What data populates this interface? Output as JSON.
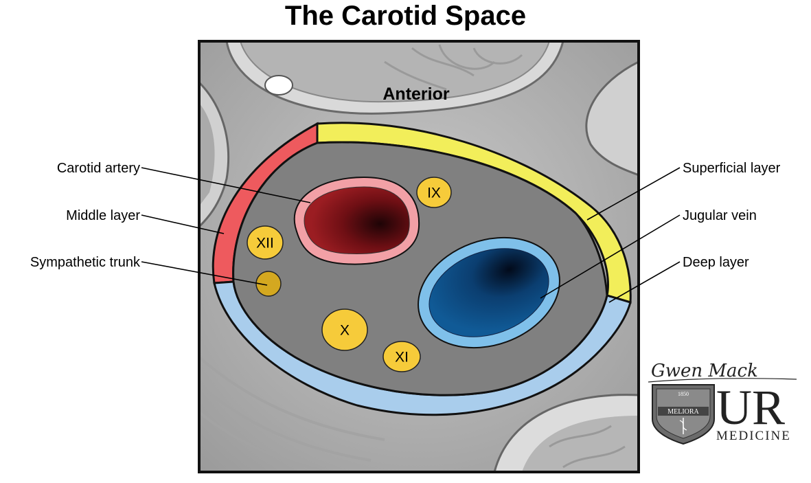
{
  "title": "The Carotid Space",
  "orientation_label": "Anterior",
  "labels": {
    "carotid_artery": "Carotid artery",
    "middle_layer": "Middle layer",
    "sympathetic_trunk": "Sympathetic trunk",
    "superficial_layer": "Superficial layer",
    "jugular_vein": "Jugular vein",
    "deep_layer": "Deep layer"
  },
  "nerves": {
    "ix": "IX",
    "xii": "XII",
    "x": "X",
    "xi": "XI"
  },
  "logo": {
    "signature": "Gwen Mack",
    "seal_year": "1850",
    "seal_motto": "MELIORA",
    "brand": "UR",
    "brand_sub": "MEDICINE"
  },
  "colors": {
    "superficial_layer": "#f2ee5a",
    "middle_layer": "#ee5a5e",
    "deep_layer": "#a9cdec",
    "carotid_artery": "#8b1a1a",
    "artery_wall": "#f2a0a6",
    "jugular_vein": "#0d4f8a",
    "vein_wall": "#7fc0ea",
    "nerve": "#f6cb3a",
    "space_fill": "#808080"
  }
}
